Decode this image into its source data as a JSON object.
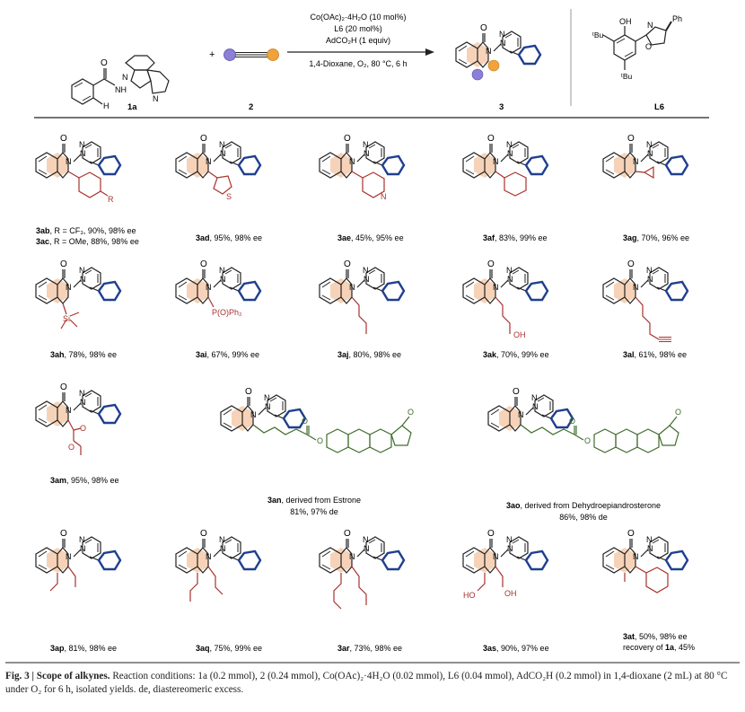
{
  "scheme": {
    "reactant1": "1a",
    "reactant2": "2",
    "product": "3",
    "ligand": "L6",
    "catalyst": "Co(OAc)₂·4H₂O (10 mol%)",
    "ligand_loading": "L6 (20 mol%)",
    "additive": "AdCO₂H (1 equiv)",
    "conditions": "1,4-Dioxane, O₂, 80 °C, 6 h",
    "plus": "+",
    "ligand_labels": {
      "ph": "Ph",
      "oh": "OH",
      "n": "N",
      "o": "O",
      "tbu1": "ᵗBu",
      "tbu2": "ᵗBu"
    },
    "atom_labels": {
      "h": "H",
      "n": "N",
      "o": "O"
    }
  },
  "entries": [
    {
      "id": "3ab",
      "line1": ", R = CF₃, 90%, 98% ee",
      "id2": "3ac",
      "line2": ", R = OMe, 88%, 98% ee",
      "sub": "R"
    },
    {
      "id": "3ad",
      "line1": ", 95%, 98% ee",
      "sub": "S"
    },
    {
      "id": "3ae",
      "line1": ", 45%, 95% ee",
      "sub": "N"
    },
    {
      "id": "3af",
      "line1": ", 83%, 99% ee"
    },
    {
      "id": "3ag",
      "line1": ", 70%, 96% ee"
    },
    {
      "id": "3ah",
      "line1": ", 78%, 98% ee",
      "sub": "Si"
    },
    {
      "id": "3ai",
      "line1": ", 67%, 99% ee",
      "sub": "P(O)Ph₂"
    },
    {
      "id": "3aj",
      "line1": ", 80%, 98% ee"
    },
    {
      "id": "3ak",
      "line1": ", 70%, 99% ee",
      "sub": "OH"
    },
    {
      "id": "3al",
      "line1": ", 61%, 98% ee"
    },
    {
      "id": "3am",
      "line1": ", 95%, 98% ee"
    },
    {
      "id": "3an",
      "line1": ", derived from Estrone",
      "line2": "81%, 97% de"
    },
    {
      "id": "3ao",
      "line1": ", derived from Dehydroepiandrosterone",
      "line2": "86%, 98% de"
    },
    {
      "id": "3ap",
      "line1": ", 81%, 98% ee"
    },
    {
      "id": "3aq",
      "line1": ", 75%, 99% ee"
    },
    {
      "id": "3ar",
      "line1": ", 73%, 98% ee"
    },
    {
      "id": "3as",
      "line1": ", 90%, 97% ee",
      "sub": "OH",
      "sub2": "HO"
    },
    {
      "id": "3at",
      "line1": ", 50%, 98% ee",
      "line2": "recovery of ",
      "line2b": "1a",
      "line2c": ", 45%"
    }
  ],
  "caption": {
    "fig": "Fig. 3 | Scope of alkynes.",
    "text": " Reaction conditions: 1a (0.2 mmol), 2 (0.24 mmol), Co(OAc)₂·4H₂O (0.02 mmol), L6 (0.04 mmol), AdCO₂H (0.2 mmol) in 1,4-dioxane (2 mL) at 80 °C under O₂ for 6 h, isolated yields. de, diastereomeric excess."
  },
  "colors": {
    "backbone": "#222222",
    "blue_ring": "#1f3f8f",
    "highlight_orange": "#f6d3b8",
    "red_substituent": "#a8322d",
    "green_steroid": "#3f6b2a",
    "alkyne_purple": "#8b7fd6",
    "alkyne_orange": "#f0a33a"
  }
}
